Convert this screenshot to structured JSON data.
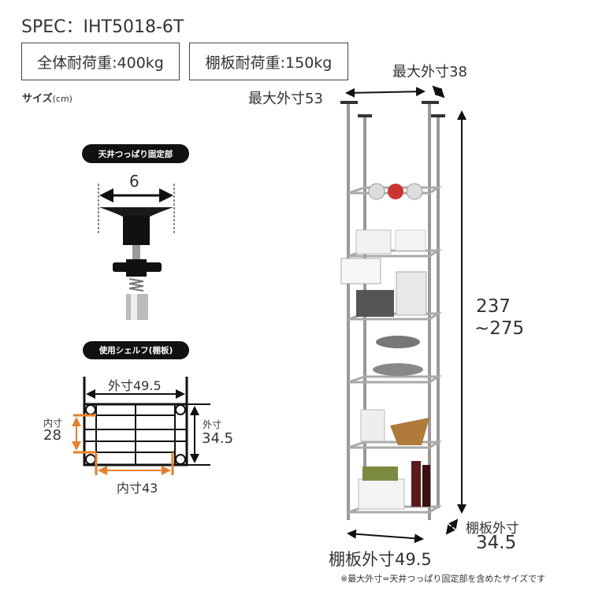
{
  "spec": {
    "label": "SPEC：IHT5018-6T"
  },
  "loads": {
    "total": "全体耐荷重:400kg",
    "shelf": "棚板耐荷重:150kg"
  },
  "size_label": {
    "main": "サイズ",
    "unit": "(cm)"
  },
  "fixture": {
    "title": "天井つっぱり固定部",
    "width": "6"
  },
  "shelf_diagram": {
    "title": "使用シェルフ(棚板)",
    "outer_width": "外寸49.5",
    "outer_depth_label": "外寸",
    "outer_depth_value": "34.5",
    "inner_depth_label": "内寸",
    "inner_depth_value": "28",
    "inner_width": "内寸43"
  },
  "rack": {
    "max_depth": "最大外寸38",
    "max_width": "最大外寸53",
    "height_min": "237",
    "height_max": "~275",
    "shelf_depth_label": "棚板外寸",
    "shelf_depth_value": "34.5",
    "shelf_width": "棚板外寸49.5"
  },
  "note": "※最大外寸=天井つっぱり固定部を含めたサイズです",
  "colors": {
    "accent": "#e8802a",
    "dark": "#111111"
  }
}
